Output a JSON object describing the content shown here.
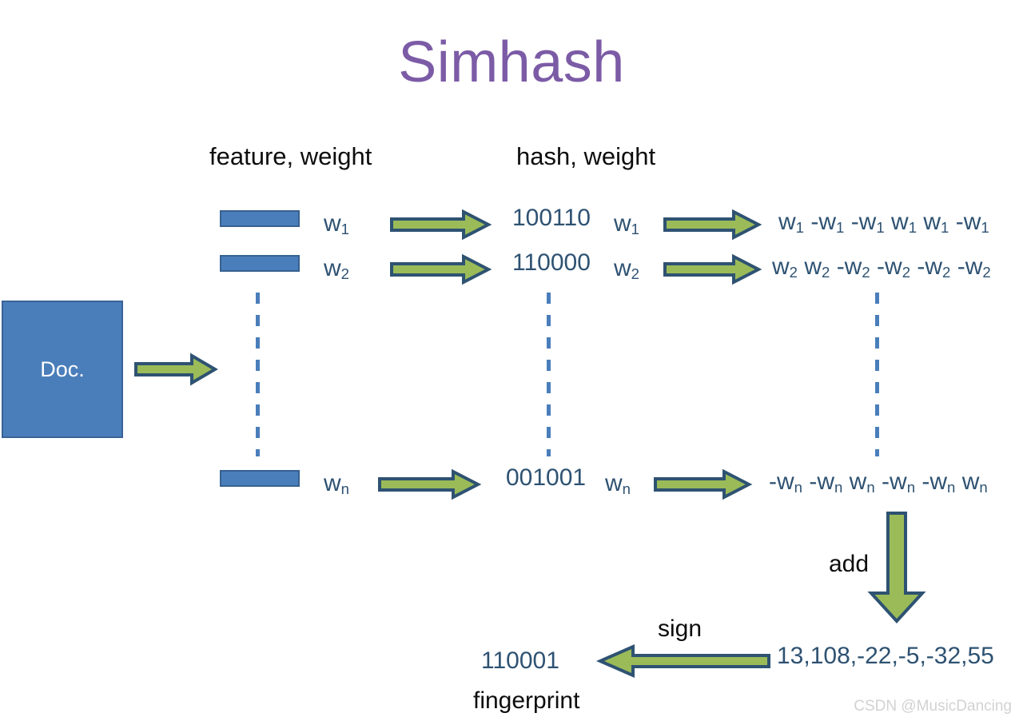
{
  "title": "Simhash",
  "colors": {
    "title_purple": "#7c5ba6",
    "box_blue_fill": "#4a7ebb",
    "box_blue_border": "#37618f",
    "arrow_green_fill": "#9bbb59",
    "arrow_blue_stroke": "#2e5272",
    "text_blue": "#2e5272",
    "text_black": "#0d0d0d",
    "watermark_gray": "#d2d2d2"
  },
  "headers": {
    "feature": "feature, weight",
    "hash": "hash, weight"
  },
  "doc": {
    "label": "Doc."
  },
  "rows": [
    {
      "weight_base": "w",
      "weight_sub": "1",
      "hash": "100110",
      "signed_terms": [
        {
          "sign": "",
          "base": "w",
          "sub": "1"
        },
        {
          "sign": "-",
          "base": "w",
          "sub": "1"
        },
        {
          "sign": "-",
          "base": "w",
          "sub": "1"
        },
        {
          "sign": "",
          "base": "w",
          "sub": "1"
        },
        {
          "sign": "",
          "base": "w",
          "sub": "1"
        },
        {
          "sign": "-",
          "base": "w",
          "sub": "1"
        }
      ]
    },
    {
      "weight_base": "w",
      "weight_sub": "2",
      "hash": "110000",
      "signed_terms": [
        {
          "sign": "",
          "base": "w",
          "sub": "2"
        },
        {
          "sign": "",
          "base": "w",
          "sub": "2"
        },
        {
          "sign": "-",
          "base": "w",
          "sub": "2"
        },
        {
          "sign": "-",
          "base": "w",
          "sub": "2"
        },
        {
          "sign": "-",
          "base": "w",
          "sub": "2"
        },
        {
          "sign": "-",
          "base": "w",
          "sub": "2"
        }
      ]
    },
    {
      "weight_base": "w",
      "weight_sub": "n",
      "hash": "001001",
      "signed_terms": [
        {
          "sign": "-",
          "base": "w",
          "sub": "n"
        },
        {
          "sign": "-",
          "base": "w",
          "sub": "n"
        },
        {
          "sign": "",
          "base": "w",
          "sub": "n"
        },
        {
          "sign": "-",
          "base": "w",
          "sub": "n"
        },
        {
          "sign": "-",
          "base": "w",
          "sub": "n"
        },
        {
          "sign": "",
          "base": "w",
          "sub": "n"
        }
      ]
    }
  ],
  "row_labels": {
    "row1_weight": "w1",
    "row2_weight": "w2",
    "rown_weight": "wn"
  },
  "operations": {
    "add_label": "add",
    "sign_label": "sign"
  },
  "results": {
    "sum_vector": "13,108,-22,-5,-32,55",
    "fingerprint_bits": "110001",
    "fingerprint_label": "fingerprint"
  },
  "watermark": "CSDN @MusicDancing"
}
